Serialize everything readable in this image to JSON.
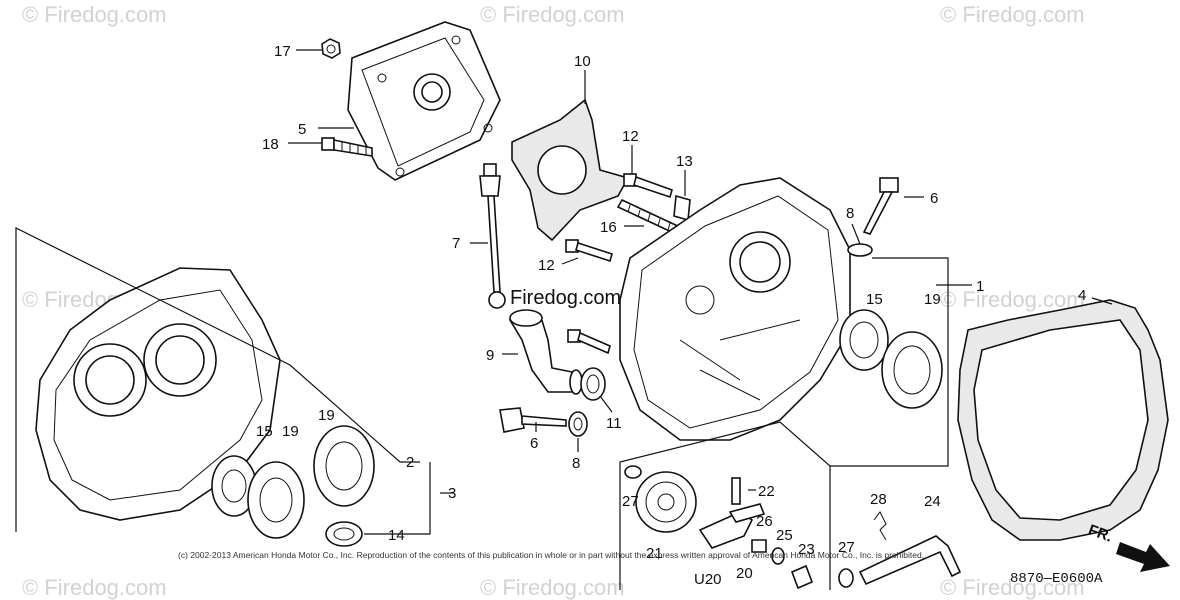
{
  "watermark": "© Firedog.com",
  "center_watermark": "Firedog.com",
  "copyright": "(c) 2002-2013 American Honda Motor Co., Inc. Reproduction of the contents of this publication in whole or in part without the express written approval of American Honda Motor Co., Inc. is prohibited.",
  "diagram_code": "8870—E0600A",
  "direction_label": "FR.",
  "callouts": {
    "c17": "17",
    "c5": "5",
    "c18": "18",
    "c10": "10",
    "c12a": "12",
    "c13": "13",
    "c7": "7",
    "c16": "16",
    "c12b": "12",
    "c6a": "6",
    "c8a": "8",
    "c1": "1",
    "c4": "4",
    "c15a": "15",
    "c19a": "19",
    "c9": "9",
    "c11": "11",
    "c6b": "6",
    "c8b": "8",
    "c2": "2",
    "c3": "3",
    "c14": "14",
    "c15b": "15",
    "c19b": "19",
    "c19c": "19",
    "c27a": "27",
    "c22": "22",
    "c21": "21",
    "c26": "26",
    "c25": "25",
    "c23": "23",
    "c20": "20",
    "cu20": "U20",
    "c28": "28",
    "c24": "24",
    "c27b": "27"
  }
}
